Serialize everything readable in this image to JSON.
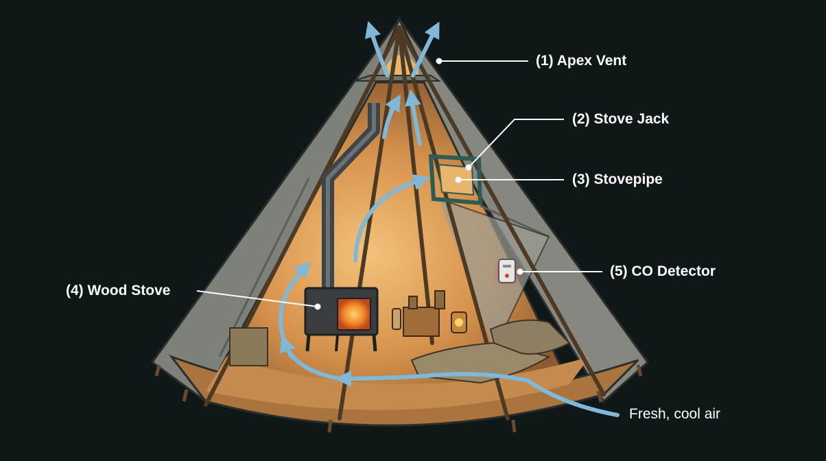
{
  "callouts": {
    "apex_vent": "(1) Apex Vent",
    "stove_jack": "(2) Stove Jack",
    "stovepipe": "(3) Stovepipe",
    "wood_stove": "(4) Wood Stove",
    "co_detector": "(5) CO Detector"
  },
  "airflow": {
    "fresh_air": "Fresh, cool air"
  },
  "colors": {
    "background": "#101718",
    "canvas": "#8d8f87",
    "interior_glow": "#e8a85a",
    "airflow_arrow": "#7fb8d8",
    "leader_line": "#ffffff",
    "detector_alert": "#e33b2b"
  }
}
